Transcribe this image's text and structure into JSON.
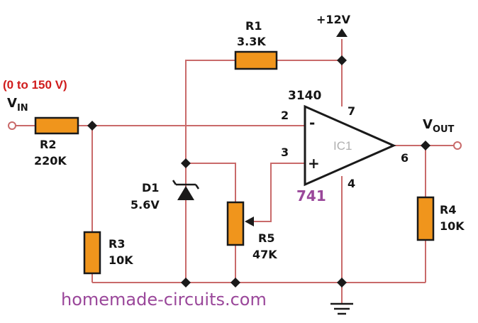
{
  "colors": {
    "wire": "#c96a6a",
    "component_fill": "#f0951c",
    "component_outline": "#1a1a1a",
    "node": "#1a1a1a",
    "text": "#151515",
    "range_label": "#d01c1c",
    "chip_label": "#9a479a",
    "watermark": "#9a479a"
  },
  "labels": {
    "supply": "+12V",
    "input_range": "(0 to 150 V)",
    "vin_main": "V",
    "vin_sub": "IN",
    "vout_main": "V",
    "vout_sub": "OUT",
    "r1_name": "R1",
    "r1_value": "3.3K",
    "r2_name": "R2",
    "r2_value": "220K",
    "r3_name": "R3",
    "r3_value": "10K",
    "r4_name": "R4",
    "r4_value": "10K",
    "r5_name": "R5",
    "r5_value": "47K",
    "d1_name": "D1",
    "d1_value": "5.6V",
    "opamp_name": "IC1",
    "opamp_part_top": "3140",
    "opamp_part_alt": "741",
    "pin_inverting": "2",
    "pin_noninverting": "3",
    "pin_output": "6",
    "pin_vplus": "7",
    "pin_vminus": "4",
    "minus_sign": "-",
    "plus_sign": "+",
    "watermark": "homemade-circuits.com"
  },
  "icons": {
    "ground": "ground-icon",
    "zener": "zener-diode-icon",
    "opamp": "op-amp-icon"
  }
}
